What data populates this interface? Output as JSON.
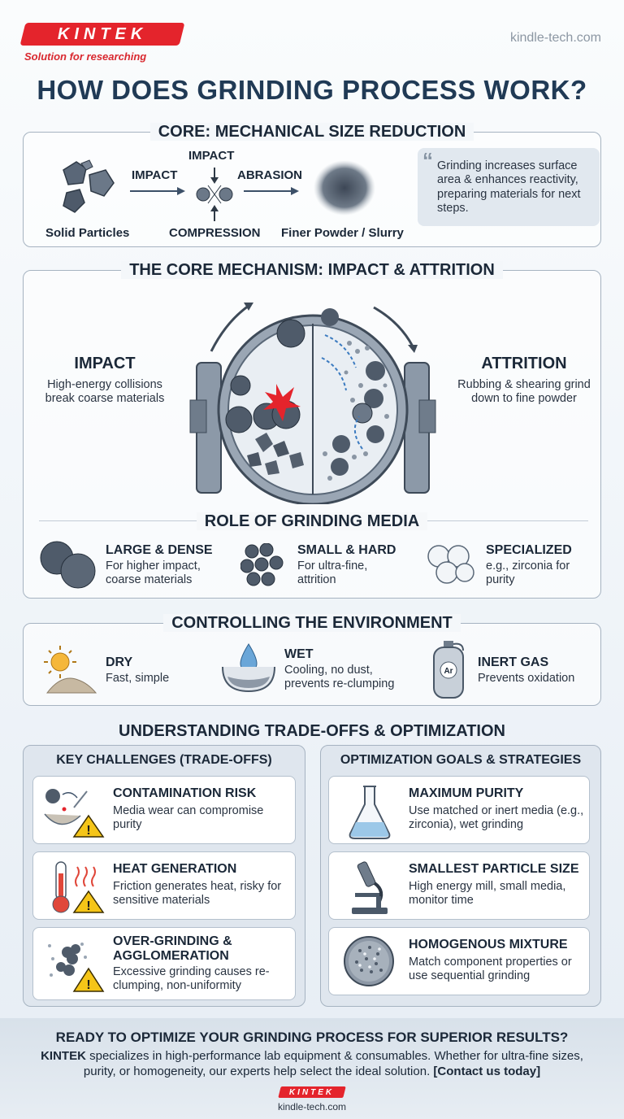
{
  "header": {
    "logo_text": "KINTEK",
    "tagline": "Solution for researching",
    "site": "kindle-tech.com",
    "title": "HOW DOES GRINDING PROCESS WORK?"
  },
  "core": {
    "title": "CORE: MECHANICAL SIZE REDUCTION",
    "solid_label": "Solid Particles",
    "impact_arrow": "IMPACT",
    "impact_top": "IMPACT",
    "compression": "COMPRESSION",
    "abrasion": "ABRASION",
    "powder_label": "Finer Powder / Slurry",
    "quote": "Grinding increases surface area & enhances reactivity, preparing materials for next steps."
  },
  "mechanism": {
    "title": "THE CORE MECHANISM: IMPACT & ATTRITION",
    "impact_title": "IMPACT",
    "impact_desc": "High-energy collisions break coarse materials",
    "attrition_title": "ATTRITION",
    "attrition_desc": "Rubbing & shearing grind down to fine powder"
  },
  "media": {
    "title": "ROLE OF GRINDING MEDIA",
    "items": [
      {
        "title": "LARGE & DENSE",
        "desc": "For higher impact, coarse materials"
      },
      {
        "title": "SMALL & HARD",
        "desc": "For ultra-fine, attrition"
      },
      {
        "title": "SPECIALIZED",
        "desc": "e.g., zirconia for purity"
      }
    ]
  },
  "environment": {
    "title": "CONTROLLING THE ENVIRONMENT",
    "items": [
      {
        "title": "DRY",
        "desc": "Fast, simple"
      },
      {
        "title": "WET",
        "desc": "Cooling, no dust, prevents re-clumping"
      },
      {
        "title": "INERT GAS",
        "desc": "Prevents oxidation"
      }
    ],
    "gas_symbol": "Ar"
  },
  "tradeoffs": {
    "title": "UNDERSTANDING TRADE-OFFS & OPTIMIZATION",
    "challenges_title": "KEY CHALLENGES (TRADE-OFFS)",
    "goals_title": "OPTIMIZATION GOALS & STRATEGIES",
    "challenges": [
      {
        "title": "CONTAMINATION RISK",
        "desc": "Media wear can compromise purity"
      },
      {
        "title": "HEAT GENERATION",
        "desc": "Friction generates heat, risky for sensitive materials"
      },
      {
        "title": "OVER-GRINDING & AGGLOMERATION",
        "desc": "Excessive grinding causes re-clumping, non-uniformity"
      }
    ],
    "goals": [
      {
        "title": "MAXIMUM PURITY",
        "desc": "Use matched or inert media (e.g., zirconia), wet grinding"
      },
      {
        "title": "SMALLEST PARTICLE SIZE",
        "desc": "High energy mill, small media, monitor time"
      },
      {
        "title": "HOMOGENOUS MIXTURE",
        "desc": "Match component properties or use sequential grinding"
      }
    ]
  },
  "footer": {
    "cta": "READY TO OPTIMIZE YOUR GRINDING PROCESS FOR SUPERIOR RESULTS?",
    "brand": "KINTEK",
    "body": " specializes in high-performance lab equipment & consumables. Whether for ultra-fine sizes, purity, or homogeneity, our experts help select the ideal solution. ",
    "link": "[Contact us today]",
    "logo_text": "KINTEK",
    "site": "kindle-tech.com"
  },
  "colors": {
    "brand_red": "#e4242c",
    "title_navy": "#203a55",
    "warning_yellow": "#f5c518",
    "flask_blue": "#9cc8e8"
  }
}
